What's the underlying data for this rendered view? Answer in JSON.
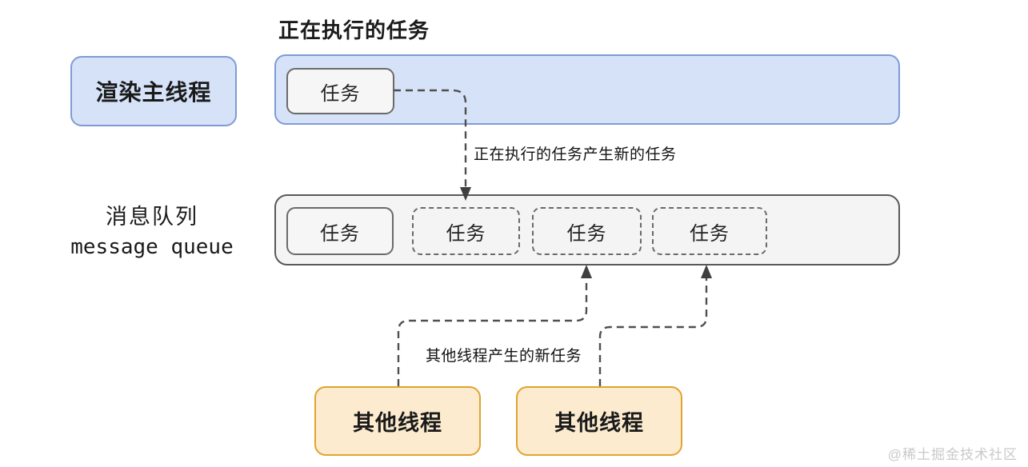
{
  "diagram": {
    "title": "正在执行的任务",
    "main_thread": {
      "label": "渲染主线程"
    },
    "executing_bar": {
      "task_label": "任务"
    },
    "arrow1_label": "正在执行的任务产生新的任务",
    "queue": {
      "label_zh": "消息队列",
      "label_en": "message queue",
      "tasks": [
        {
          "label": "任务",
          "style": "solid"
        },
        {
          "label": "任务",
          "style": "dashed"
        },
        {
          "label": "任务",
          "style": "dashed"
        },
        {
          "label": "任务",
          "style": "dashed"
        }
      ]
    },
    "arrow2_label": "其他线程产生的新任务",
    "other_threads": [
      {
        "label": "其他线程"
      },
      {
        "label": "其他线程"
      }
    ],
    "watermark": "@稀土掘金技术社区",
    "colors": {
      "blue_fill": "#d6e2f7",
      "blue_border": "#7e9cd4",
      "gray_fill": "#f4f4f4",
      "gray_border": "#6a6a6a",
      "gray_strong_border": "#595959",
      "orange_fill": "#fcebce",
      "orange_border": "#e0a42e",
      "arrow": "#4f4f4f",
      "arrow_head": "#3f3f3f",
      "watermark": "#c9c9c9"
    }
  }
}
